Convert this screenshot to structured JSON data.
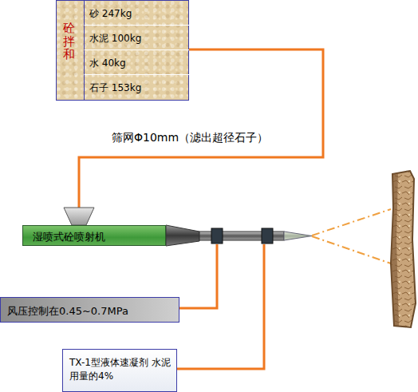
{
  "diagram": {
    "nodes": [
      {
        "text": [
          "砼拌和"
        ]
      },
      {
        "text": [
          "砂 247kg"
        ],
        "in": 0
      },
      {
        "text": [
          "水泥 100kg"
        ],
        "in": 0
      },
      {
        "text": [
          "水 40kg"
        ],
        "in": 0
      },
      {
        "text": [
          "石子 153kg"
        ],
        "in": 0
      },
      {
        "text": [
          "湿喷式砼喷射机"
        ]
      },
      {
        "text": [
          "风压控制在0.45~0.7MPa"
        ]
      },
      {
        "text": [
          "TX-1型液体速凝剂 水泥用量的4%"
        ]
      }
    ],
    "edges": [
      {
        "from": 0,
        "to": 5,
        "arrow": "none",
        "label": "筛网Φ10mm（滤出超径石子）"
      }
    ]
  }
}
